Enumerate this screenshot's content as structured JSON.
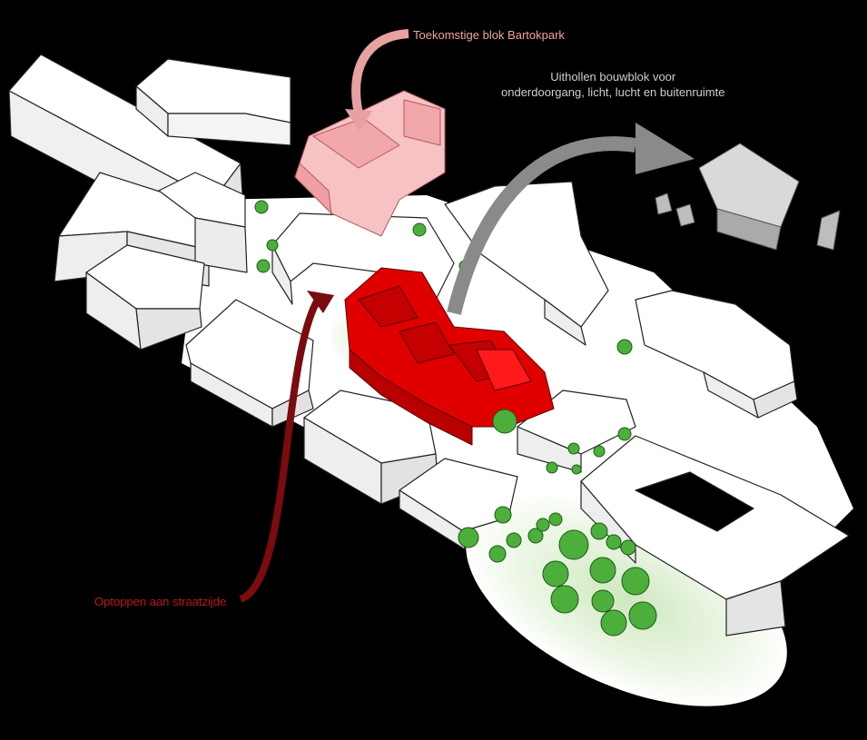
{
  "labels": {
    "future_block": "Toekomstige blok Bartokpark",
    "hollow_line1": "Uithollen bouwblok voor",
    "hollow_line2": "onderdoorgang, licht, lucht en buitenruimte",
    "street_top": "Optoppen aan straatzijde"
  },
  "colors": {
    "background": "#000000",
    "building_white": "#ffffff",
    "building_outline": "#222222",
    "future_block": "#f2aeb0",
    "future_label": "#f2a2a2",
    "new_block": "#e00000",
    "hollow_label": "#cfcfcf",
    "hollow_arrow": "#8a8a8a",
    "street_label": "#c0141c",
    "street_arrow": "#7a0b0e",
    "tree": "#4caf3c",
    "park_glow": "#dff0d4"
  }
}
